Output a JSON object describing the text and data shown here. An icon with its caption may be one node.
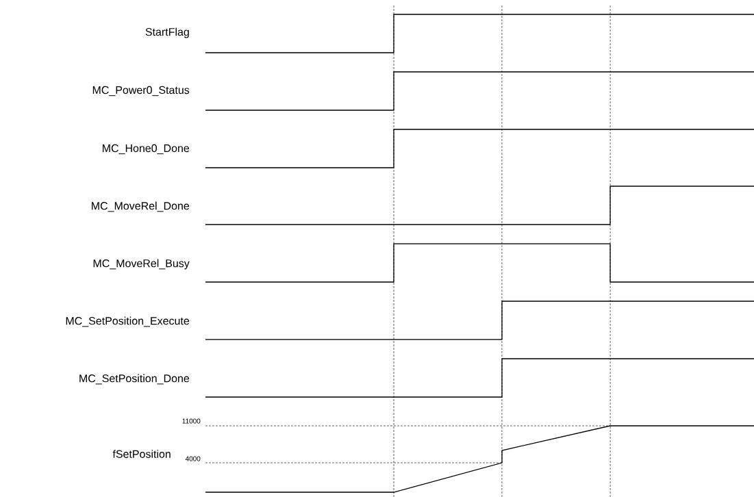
{
  "diagram": {
    "labels": [
      "StartFlag",
      "MC_Power0_Status",
      "MC_Hone0_Done",
      "MC_MoveRel_Done",
      "MC_MoveRel_Busy",
      "MC_SetPosition_Execute",
      "MC_SetPosition_Done",
      "11000",
      "fSetPosition",
      "4000"
    ]
  }
}
